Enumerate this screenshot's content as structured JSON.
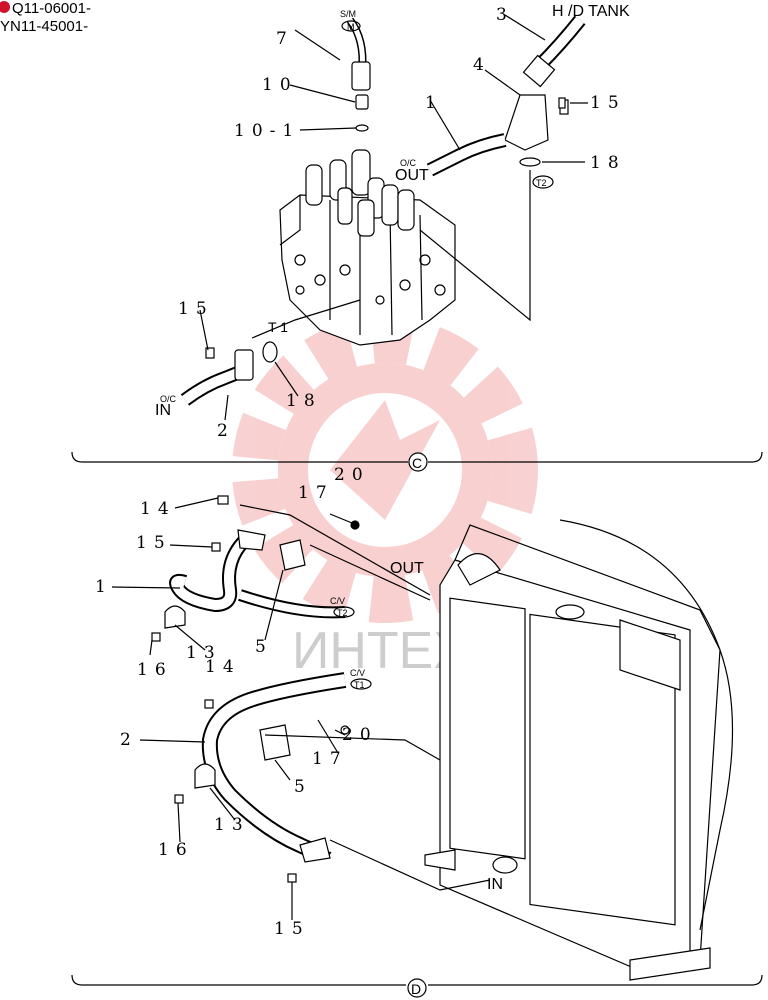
{
  "serials": [
    "Q11-06001-",
    "YN11-45001-"
  ],
  "watermark": "ИНТЕХ",
  "section_c": {
    "view_label": "C",
    "labels": {
      "sm": "S/M",
      "m": "M",
      "hd_tank": "H /D TANK",
      "out_oc": "O/C",
      "out": "OUT",
      "t2": "T2",
      "t1": "T 1",
      "in_oc": "O/C",
      "in": "IN"
    },
    "callouts": [
      "7",
      "10",
      "10-1",
      "3",
      "4",
      "1",
      "15",
      "18",
      "15",
      "18",
      "2"
    ]
  },
  "section_d": {
    "view_label": "D",
    "labels": {
      "out": "OUT",
      "cv1": "C/V",
      "t2": "T2",
      "cv2": "C/V",
      "t1": "T1",
      "in": "IN"
    },
    "callouts": [
      "20",
      "17",
      "14",
      "15",
      "1",
      "5",
      "16",
      "13",
      "14",
      "2",
      "20",
      "17",
      "5",
      "16",
      "13",
      "15"
    ]
  }
}
